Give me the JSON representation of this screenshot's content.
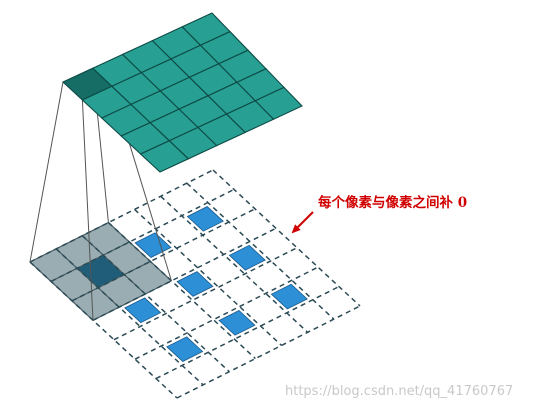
{
  "annotation": {
    "text": "每个像素与像素之间补 0"
  },
  "watermark": {
    "text": "https://blog.csdn.net/qq_41760767"
  },
  "output_grid": {
    "rows": 5,
    "cols": 5,
    "highlighted_cell": [
      0,
      0
    ]
  },
  "input_grid": {
    "rows": 7,
    "cols": 7,
    "real_pixels": [
      [
        1,
        1
      ],
      [
        1,
        3
      ],
      [
        1,
        5
      ],
      [
        3,
        1
      ],
      [
        3,
        3
      ],
      [
        3,
        5
      ],
      [
        5,
        1
      ],
      [
        5,
        3
      ],
      [
        5,
        5
      ]
    ],
    "kernel_window": {
      "row": 0,
      "col": 0,
      "size": 3
    }
  },
  "colors": {
    "output_fill": "#279f93",
    "output_highlight": "#156d66",
    "output_stroke": "#0d4a45",
    "input_pixel": "#2d8fd6",
    "input_pixel_stroke": "#1c5a8a",
    "dashed_line": "#2b4a55",
    "kernel_fill": "#8fa4ab",
    "kernel_center": "#1f5d78",
    "kernel_line": "#465c63",
    "projection_line": "#555555",
    "annotation": "#d10000",
    "watermark": "#c9c9c9"
  },
  "icons": {
    "arrow": "red-pointer-arrow"
  }
}
